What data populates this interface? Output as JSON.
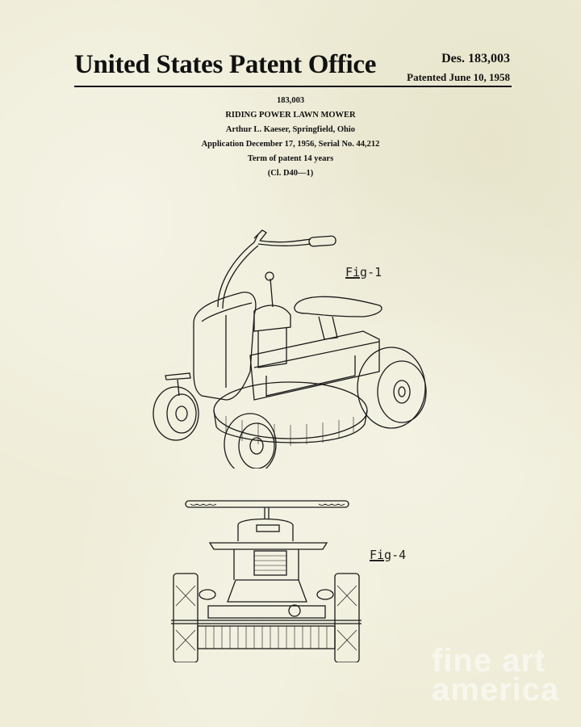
{
  "header": {
    "title": "United States Patent Office",
    "design_number": "Des. 183,003",
    "patented_date": "Patented June 10, 1958"
  },
  "patent": {
    "number": "183,003",
    "name": "RIDING POWER LAWN MOWER",
    "inventor": "Arthur L. Kaeser, Springfield, Ohio",
    "application": "Application December 17, 1956, Serial No. 44,212",
    "term": "Term of patent 14 years",
    "classification": "(Cl. D40—1)"
  },
  "figures": [
    {
      "label_prefix": "Fig",
      "label_suffix": "-1",
      "description": "perspective view of riding lawn mower"
    },
    {
      "label_prefix": "Fig",
      "label_suffix": "-4",
      "description": "front view of riding lawn mower"
    }
  ],
  "watermark": {
    "line1": "fine art",
    "line2": "america"
  },
  "colors": {
    "paper": "#efedd8",
    "ink": "#111111"
  }
}
